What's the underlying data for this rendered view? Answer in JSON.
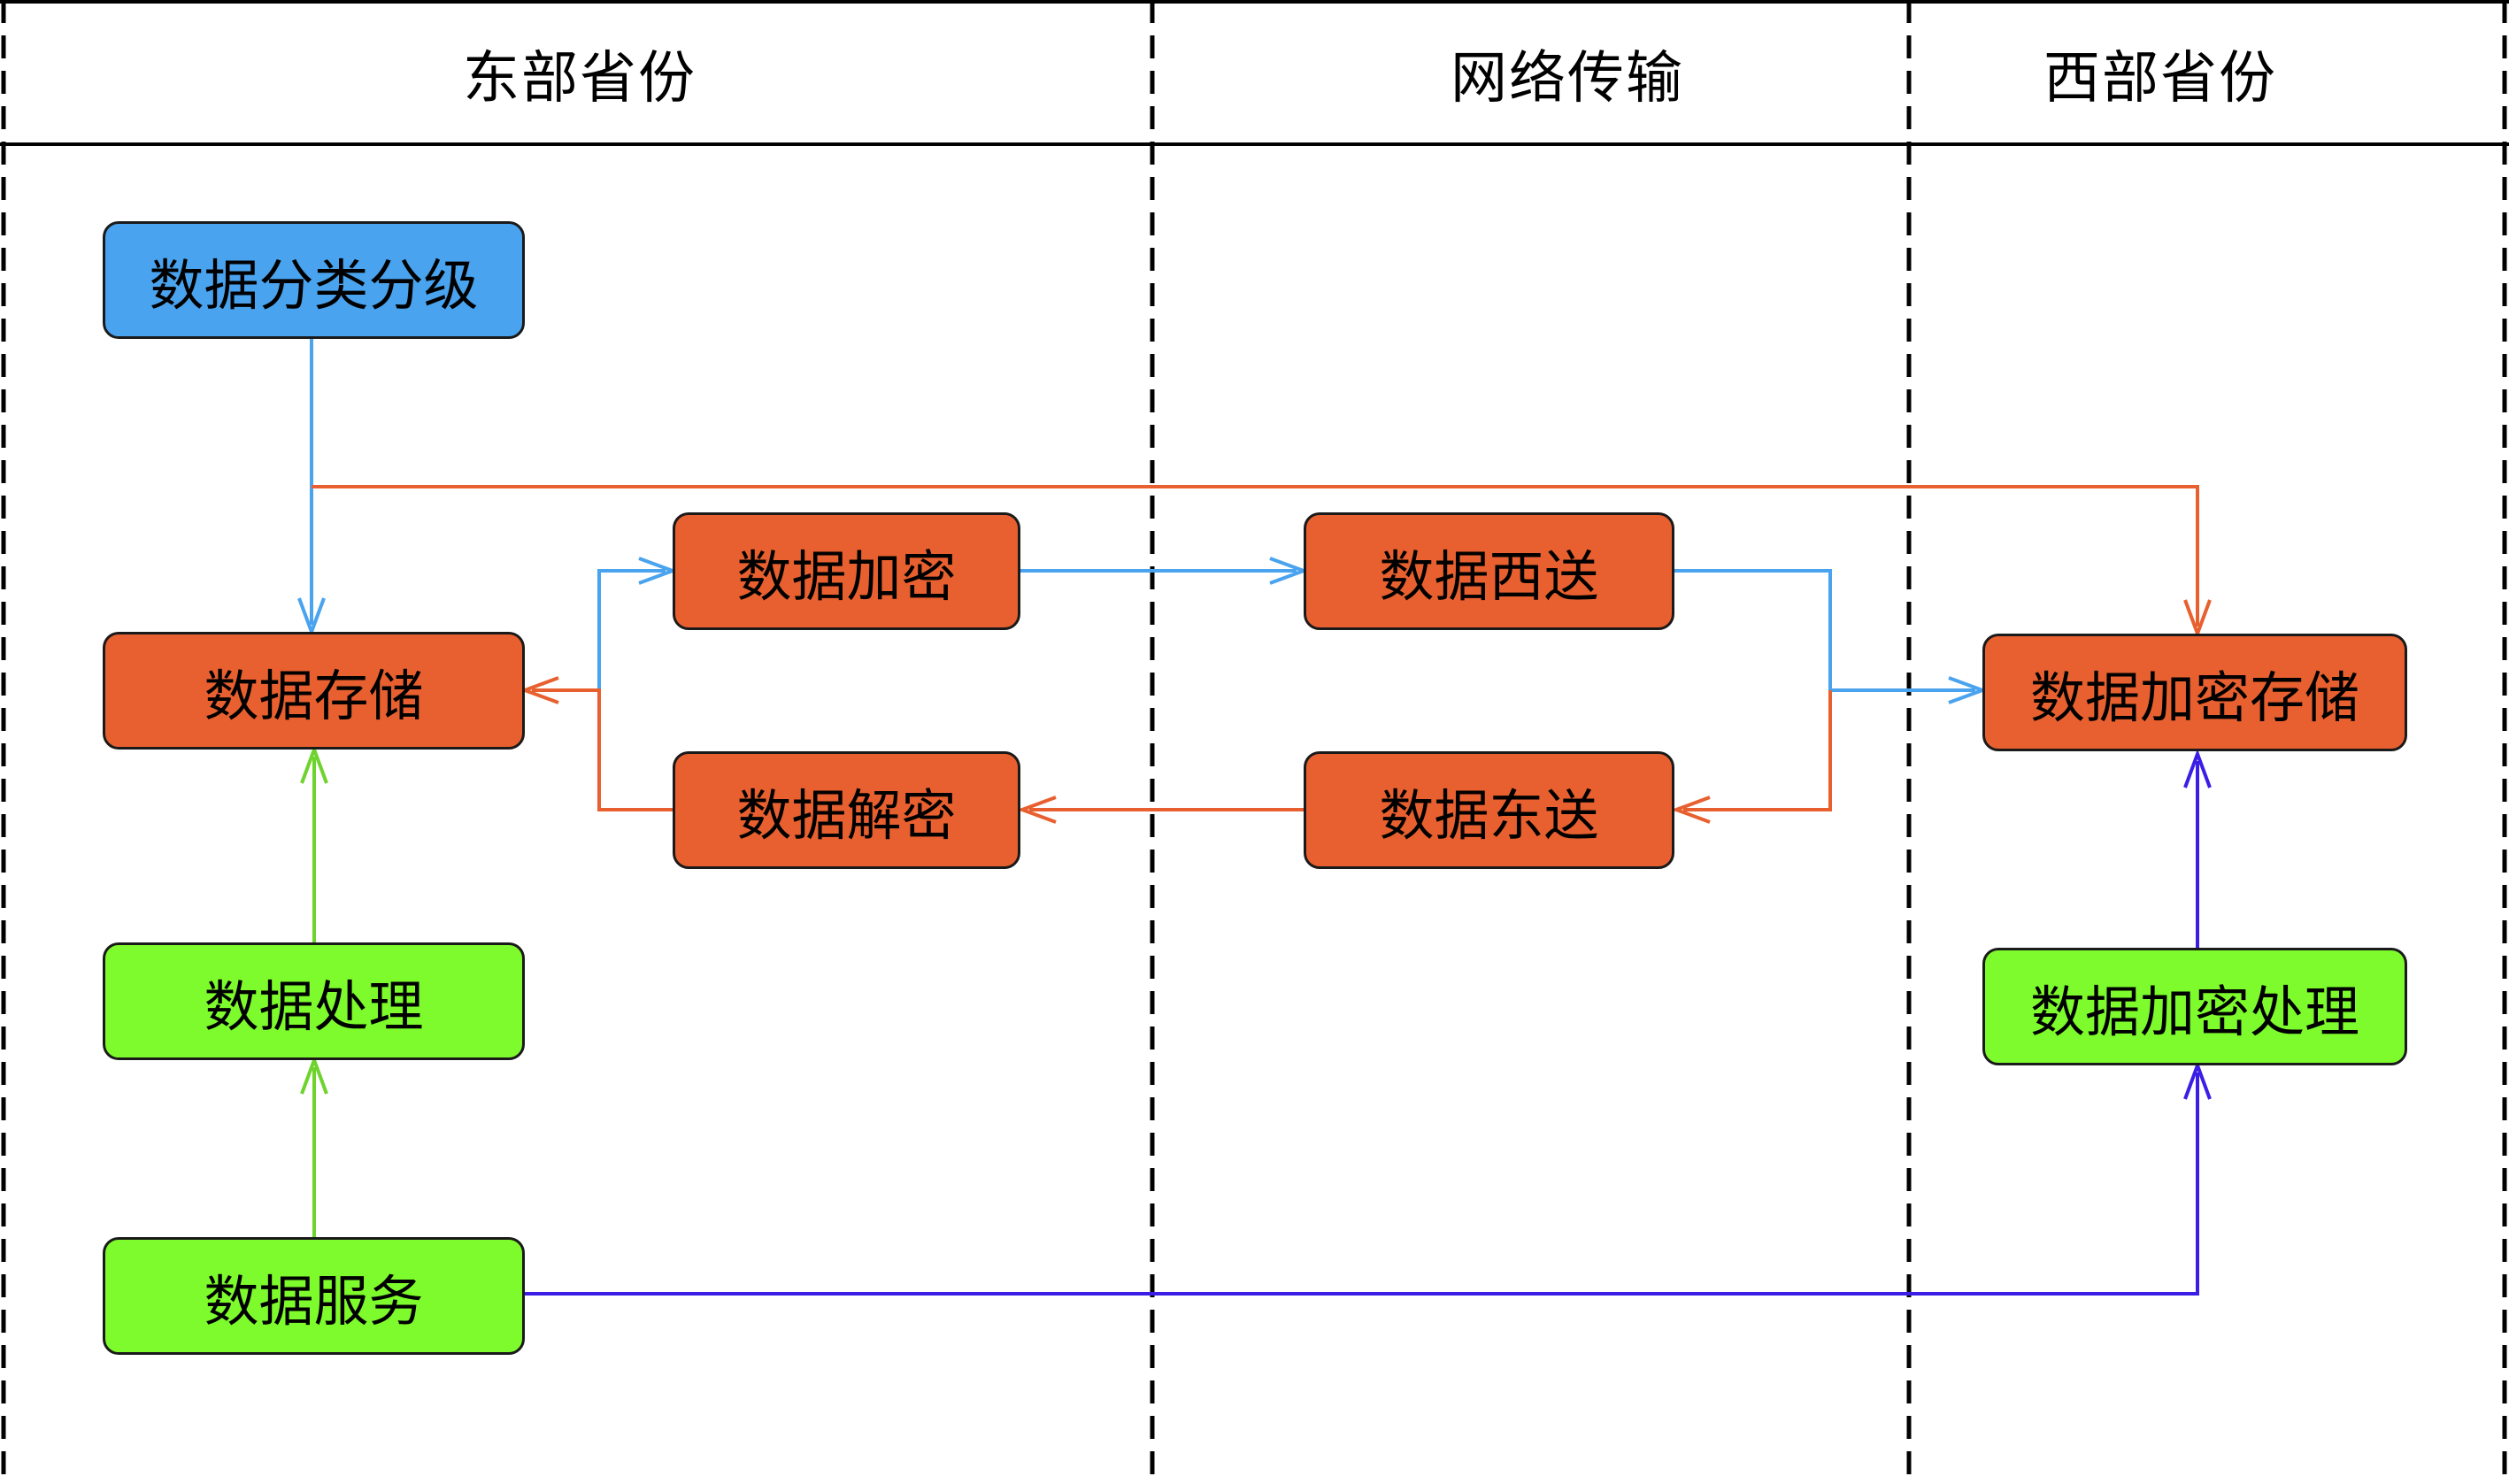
{
  "lanes": {
    "east": "东部省份",
    "network": "网络传输",
    "west": "西部省份"
  },
  "colors": {
    "blue_fill": "#4aa3ee",
    "orange_fill": "#e8602f",
    "green_fill": "#7dfb2c",
    "blue_line": "#4aa3ee",
    "orange_line": "#e8602f",
    "green_line": "#6fd32e",
    "purple_line": "#3a1ee6"
  },
  "nodes": {
    "classify": "数据分类分级",
    "storage": "数据存储",
    "encrypt": "数据加密",
    "decrypt": "数据解密",
    "send_west": "数据西送",
    "send_east": "数据东送",
    "encrypted_storage": "数据加密存储",
    "process": "数据处理",
    "encrypted_process": "数据加密处理",
    "service": "数据服务"
  }
}
